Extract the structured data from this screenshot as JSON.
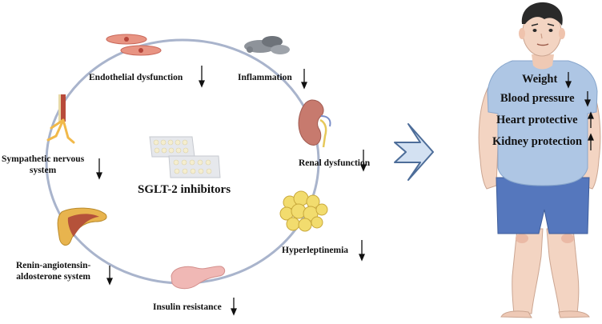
{
  "center_label": "SGLT-2 inhibitors",
  "factors": [
    {
      "label": "Endothelial dysfunction",
      "trend": "down",
      "icon": "endothelial-cells-icon"
    },
    {
      "label": "Inflammation",
      "trend": "down",
      "icon": "inflammation-cloud-icon"
    },
    {
      "label": "Renal dysfunction",
      "trend": "down",
      "icon": "kidney-icon"
    },
    {
      "label": "Hyperleptinemia",
      "trend": "down",
      "icon": "adipocytes-icon"
    },
    {
      "label": "Insulin resistance",
      "trend": "down",
      "icon": "pancreas-icon"
    },
    {
      "label_line1": "Renin-angiotensin-",
      "label_line2": "aldosterone system",
      "trend": "down",
      "icon": "adrenal-gland-icon"
    },
    {
      "label_line1": "Sympathetic nervous",
      "label_line2": "system",
      "trend": "down",
      "icon": "nerve-icon"
    }
  ],
  "effects": [
    {
      "label": "Weight",
      "trend": "down"
    },
    {
      "label": "Blood pressure",
      "trend": "down"
    },
    {
      "label": "Heart protective",
      "trend": "up"
    },
    {
      "label": "Kidney protection",
      "trend": "up"
    }
  ],
  "colors": {
    "circle": "#a9b4cc",
    "arrow_fill": "#d3e1f2",
    "arrow_stroke": "#4d6d99",
    "shirt": "#aec6e4",
    "shorts": "#5577bd",
    "skin": "#f3d4c2",
    "hair": "#2a2a2a"
  }
}
